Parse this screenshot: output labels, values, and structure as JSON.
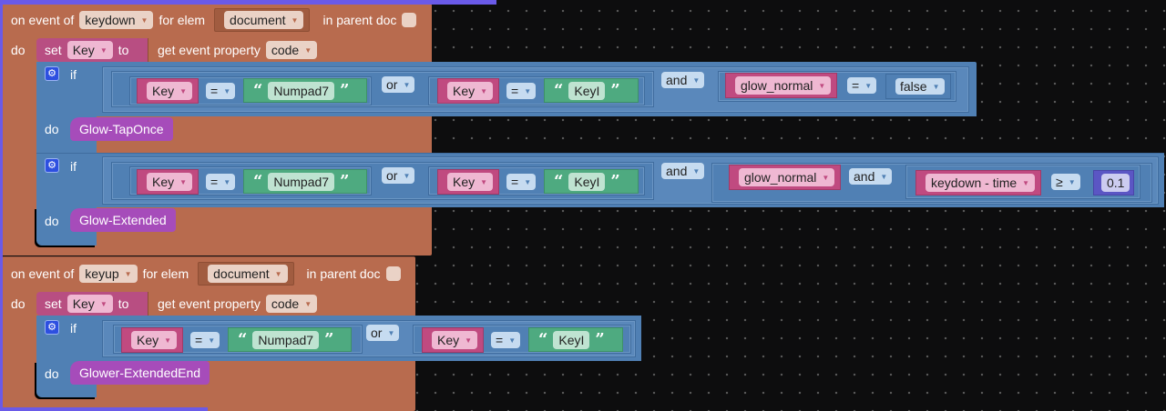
{
  "colors": {
    "workspace_bg": "#0d0d0e",
    "event_block": "#b86b4e",
    "set_block": "#b84e82",
    "control_block": "#5080b4",
    "variable_block": "#c04a80",
    "text_block": "#4eaa80",
    "number_block": "#5b56c4",
    "procedure_block": "#a64cba",
    "accent_edge": "#6a5ae8"
  },
  "icons": {
    "gear": "⚙",
    "dropdown": "▼"
  },
  "events": [
    {
      "label_on_event": "on event of",
      "event": "keydown",
      "label_for_elem": "for elem",
      "elem": "document",
      "label_in_parent_doc": "in parent doc",
      "label_do": "do",
      "set": {
        "label_set": "set",
        "variable": "Key",
        "label_to": "to",
        "getter_label": "get event property",
        "property": "code"
      },
      "ifs": [
        {
          "label_if": "if",
          "label_do": "do",
          "condition": {
            "left": {
              "var": "Key",
              "op": "=",
              "text": "Numpad7"
            },
            "or_op": "or",
            "right": {
              "var": "Key",
              "op": "=",
              "text": "KeyI"
            },
            "and_op": "and",
            "extra": {
              "var": "glow_normal",
              "op": "=",
              "value": "false"
            }
          },
          "action": "Glow-TapOnce"
        },
        {
          "label_if": "if",
          "label_do": "do",
          "condition": {
            "left": {
              "var": "Key",
              "op": "=",
              "text": "Numpad7"
            },
            "or_op": "or",
            "right": {
              "var": "Key",
              "op": "=",
              "text": "KeyI"
            },
            "and_op": "and",
            "extra": {
              "var": "glow_normal",
              "and_op": "and",
              "var2": "keydown - time",
              "op": "≥",
              "value": "0.1"
            }
          },
          "action": "Glow-Extended"
        }
      ]
    },
    {
      "label_on_event": "on event of",
      "event": "keyup",
      "label_for_elem": "for elem",
      "elem": "document",
      "label_in_parent_doc": "in parent doc",
      "label_do": "do",
      "set": {
        "label_set": "set",
        "variable": "Key",
        "label_to": "to",
        "getter_label": "get event property",
        "property": "code"
      },
      "ifs": [
        {
          "label_if": "if",
          "label_do": "do",
          "condition": {
            "left": {
              "var": "Key",
              "op": "=",
              "text": "Numpad7"
            },
            "or_op": "or",
            "right": {
              "var": "Key",
              "op": "=",
              "text": "KeyI"
            }
          },
          "action": "Glower-ExtendedEnd"
        }
      ]
    }
  ]
}
